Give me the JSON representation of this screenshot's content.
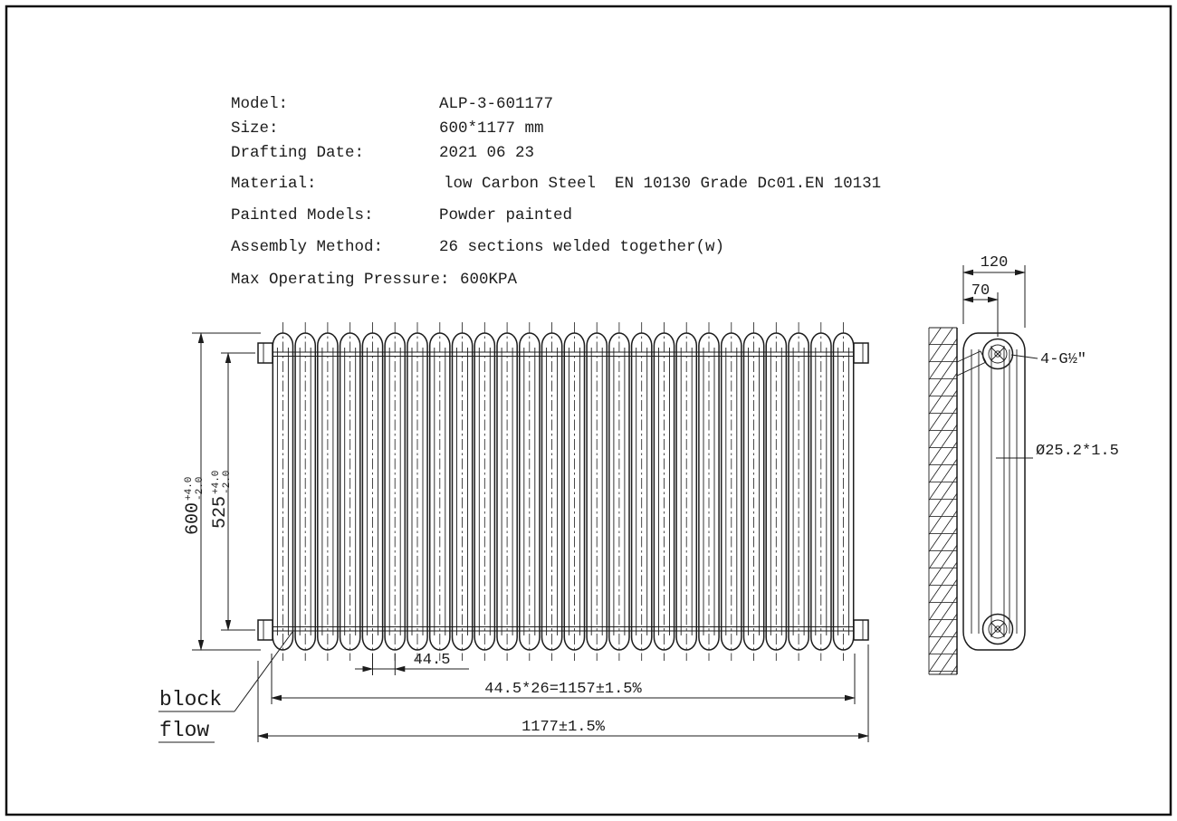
{
  "drawing": {
    "line_color": "#1c1c1c",
    "bg_color": "#ffffff"
  },
  "specs": {
    "rows": [
      {
        "label": "Model:",
        "value": "ALP-3-601177"
      },
      {
        "label": "Size:",
        "value": "600*1177 mm"
      },
      {
        "label": "Drafting Date:",
        "value": "2021 06 23"
      },
      {
        "label": "Material:",
        "value": "low Carbon Steel  EN 10130 Grade Dc01.EN 10131"
      },
      {
        "label": "Painted Models:",
        "value": "Powder painted"
      },
      {
        "label": "Assembly Method:",
        "value": "26 sections welded together(w)"
      },
      {
        "label": "Max Operating Pressure:",
        "value": "600KPA"
      }
    ]
  },
  "front_view": {
    "sections": 26,
    "height_dim": {
      "value": "600",
      "tol_plus": "+4.0",
      "tol_minus": "-2.0"
    },
    "inner_height_dim": {
      "value": "525",
      "tol_plus": "+4.0",
      "tol_minus": "-2.0"
    },
    "pitch_dim": "44.5",
    "sections_width_dim": "44.5*26=1157±1.5%",
    "overall_width_dim": "1177±1.5%",
    "flow_note_line1": "block",
    "flow_note_line2": "flow"
  },
  "side_view": {
    "depth_dim": "120",
    "pipe_offset_dim": "70",
    "connection_label": "4-G½\"",
    "tube_label": "Ø25.2*1.5"
  }
}
